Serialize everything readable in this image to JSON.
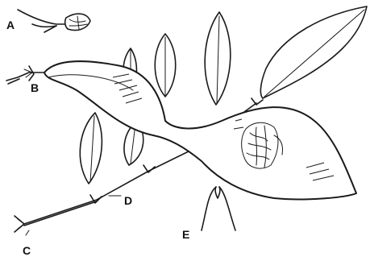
{
  "labels": {
    "a": "A",
    "b": "B",
    "c": "C",
    "d": "D",
    "e": "E"
  },
  "ink_color": "#1a1a1a",
  "background": "#ffffff"
}
